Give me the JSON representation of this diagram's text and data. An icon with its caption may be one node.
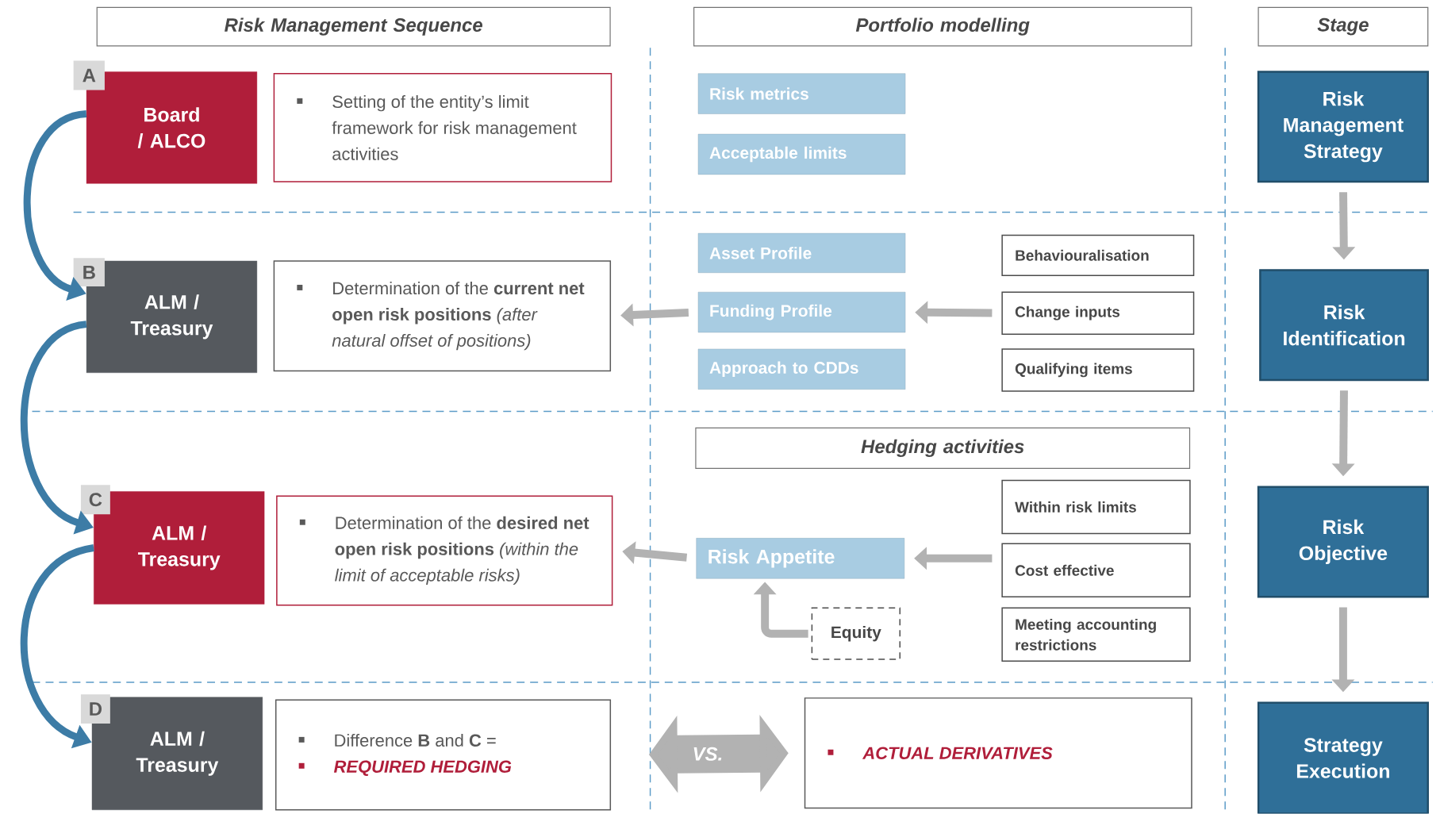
{
  "diagram": {
    "nodes": [
      {
        "text": [
          "Risk Management Sequence"
        ]
      },
      {
        "text": [
          "Portfolio modelling"
        ]
      },
      {
        "text": [
          "Stage"
        ]
      },
      {
        "text": [
          "A"
        ]
      },
      {
        "text": [
          "Board / ALCO"
        ]
      },
      {
        "text": [
          "Setting of the entity’s limit framework for risk management activities"
        ]
      },
      {
        "text": [
          "Risk metrics"
        ]
      },
      {
        "text": [
          "Acceptable limits"
        ]
      },
      {
        "text": [
          "Risk Management Strategy"
        ]
      },
      {
        "text": [
          "B"
        ]
      },
      {
        "text": [
          "ALM / Treasury"
        ]
      },
      {
        "text": [
          "Determination of the **current net open risk positions** *(after natural offset of positions)*"
        ]
      },
      {
        "text": [
          "Asset Profile"
        ]
      },
      {
        "text": [
          "Funding Profile"
        ]
      },
      {
        "text": [
          "Approach to CDDs"
        ]
      },
      {
        "text": [
          "Behaviouralisation"
        ]
      },
      {
        "text": [
          "Change inputs"
        ]
      },
      {
        "text": [
          "Qualifying items"
        ]
      },
      {
        "text": [
          "Risk Identification"
        ]
      },
      {
        "text": [
          "Hedging activities"
        ]
      },
      {
        "text": [
          "C"
        ]
      },
      {
        "text": [
          "ALM / Treasury"
        ]
      },
      {
        "text": [
          "Determination of the **desired net open risk positions** *(within the limit of acceptable risks)*"
        ]
      },
      {
        "text": [
          "Risk Appetite"
        ]
      },
      {
        "text": [
          "Within risk limits"
        ]
      },
      {
        "text": [
          "Cost effective"
        ]
      },
      {
        "text": [
          "Meeting accounting restrictions"
        ]
      },
      {
        "text": [
          "Equity"
        ]
      },
      {
        "text": [
          "Risk Objective"
        ]
      },
      {
        "text": [
          "D"
        ]
      },
      {
        "text": [
          "ALM / Treasury"
        ]
      },
      {
        "text": [
          "Difference **B** and **C** =",
          "REQUIRED HEDGING"
        ]
      },
      {
        "text": [
          "ACTUAL DERIVATIVES"
        ]
      },
      {
        "text": [
          "Strategy Execution"
        ]
      }
    ],
    "edges": [
      {
        "from": 4,
        "to": 10,
        "arrow": "to",
        "color": "#3d7ca6"
      },
      {
        "from": 10,
        "to": 21,
        "arrow": "to",
        "color": "#3d7ca6"
      },
      {
        "from": 21,
        "to": 30,
        "arrow": "to",
        "color": "#3d7ca6"
      },
      {
        "from": 13,
        "to": 11,
        "arrow": "to"
      },
      {
        "from": 16,
        "to": 13,
        "arrow": "to"
      },
      {
        "from": 23,
        "to": 22,
        "arrow": "to"
      },
      {
        "from": 25,
        "to": 23,
        "arrow": "to"
      },
      {
        "from": 27,
        "to": 23,
        "arrow": "to"
      },
      {
        "from": 31,
        "to": 32,
        "arrow": "both",
        "label": "VS.",
        "style": "thick"
      },
      {
        "from": 8,
        "to": 18,
        "arrow": "to"
      },
      {
        "from": 18,
        "to": 28,
        "arrow": "to"
      },
      {
        "from": 28,
        "to": 33,
        "arrow": "to"
      }
    ]
  }
}
